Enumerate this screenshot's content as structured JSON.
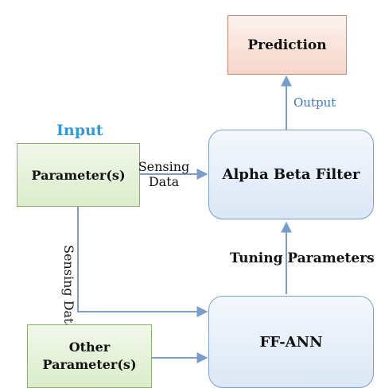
{
  "input_heading": "Input",
  "nodes": {
    "parameters": "Parameter(s)",
    "other_parameters_line1": "Other",
    "other_parameters_line2": "Parameter(s)",
    "alpha_beta_filter": "Alpha Beta Filter",
    "ff_ann": "FF-ANN",
    "prediction": "Prediction"
  },
  "edges": {
    "sensing_data_top_line1": "Sensing",
    "sensing_data_top_line2": "Data",
    "sensing_data_side_line1": "Sensing",
    "sensing_data_side_line2": "Data",
    "tuning_parameters": "Tuning Parameters",
    "output": "Output"
  },
  "colors": {
    "arrow": "#7a9cc8",
    "heading": "#2e9bd6"
  }
}
